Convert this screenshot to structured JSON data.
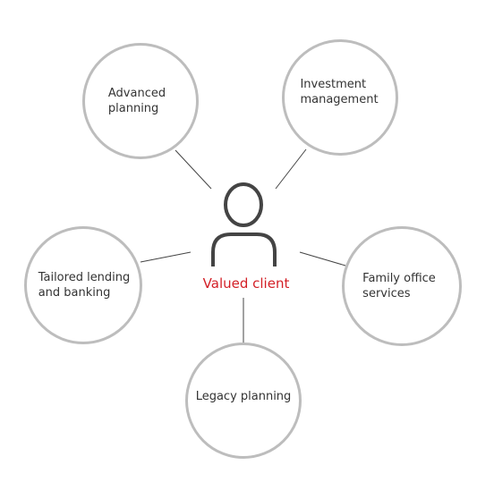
{
  "center": {
    "label": "Valued client",
    "color": "#d31f26"
  },
  "nodes": [
    {
      "id": "advanced-planning",
      "label": "Advanced\nplanning"
    },
    {
      "id": "investment-management",
      "label": "Investment\nmanagement"
    },
    {
      "id": "tailored-lending",
      "label": "Tailored lending\nand banking"
    },
    {
      "id": "family-office",
      "label": "Family office\nservices"
    },
    {
      "id": "legacy-planning",
      "label": "Legacy planning"
    }
  ],
  "colors": {
    "ring": "#bdbdbd",
    "connector": "#444444",
    "person": "#444444",
    "text": "#333333"
  },
  "icons": {
    "center": "person-icon"
  }
}
